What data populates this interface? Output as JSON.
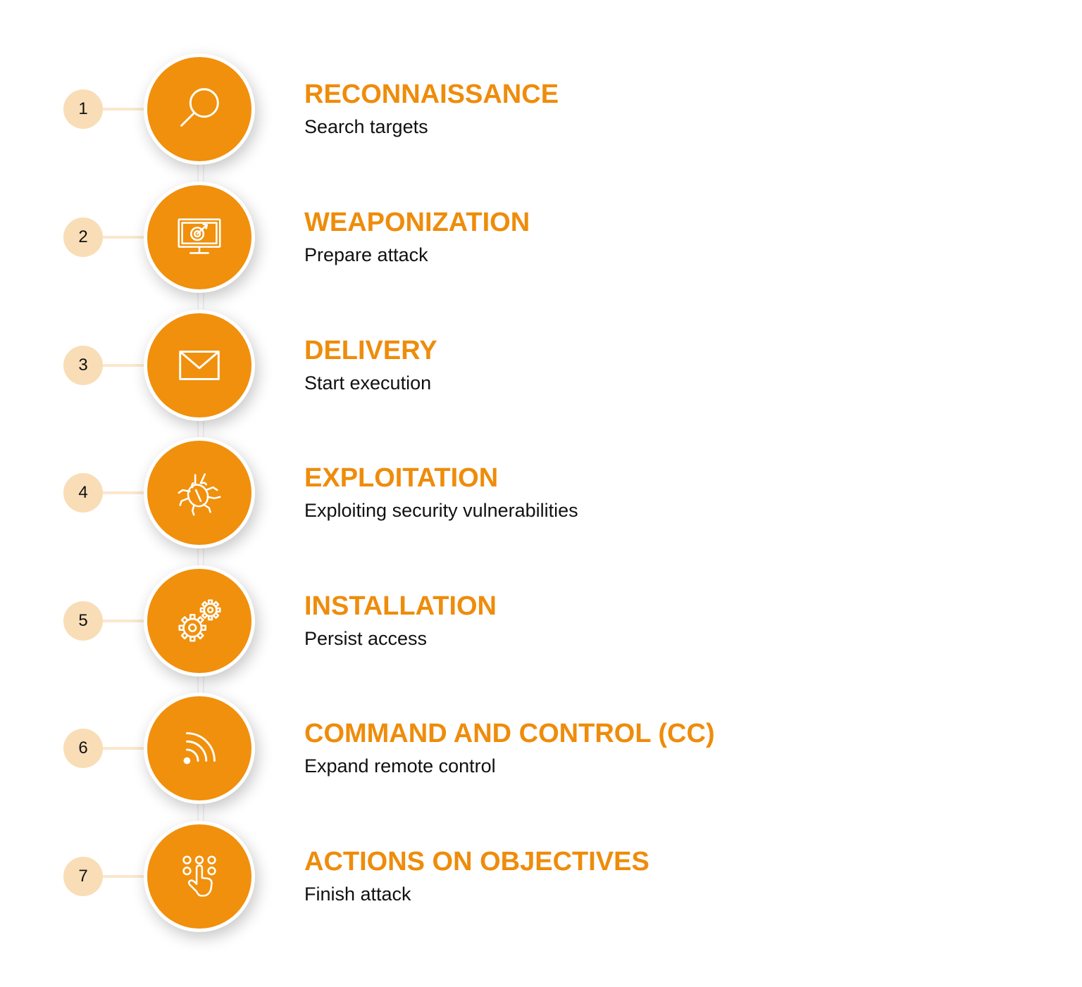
{
  "colors": {
    "accent": "#f0900c",
    "title": "#ee8c0b",
    "badge": "#f9ddb6",
    "text": "#111111"
  },
  "steps": [
    {
      "number": "1",
      "title": "RECONNAISSANCE",
      "subtitle": "Search targets",
      "icon": "magnifier-icon"
    },
    {
      "number": "2",
      "title": "WEAPONIZATION",
      "subtitle": "Prepare attack",
      "icon": "monitor-target-icon"
    },
    {
      "number": "3",
      "title": "DELIVERY",
      "subtitle": "Start execution",
      "icon": "envelope-icon"
    },
    {
      "number": "4",
      "title": "EXPLOITATION",
      "subtitle": "Exploiting security vulnerabilities",
      "icon": "bug-icon"
    },
    {
      "number": "5",
      "title": "INSTALLATION",
      "subtitle": "Persist access",
      "icon": "gears-icon"
    },
    {
      "number": "6",
      "title": "COMMAND AND CONTROL (CC)",
      "subtitle": "Expand remote control",
      "icon": "signal-icon"
    },
    {
      "number": "7",
      "title": "ACTIONS ON OBJECTIVES",
      "subtitle": "Finish attack",
      "icon": "touch-keypad-icon"
    }
  ]
}
